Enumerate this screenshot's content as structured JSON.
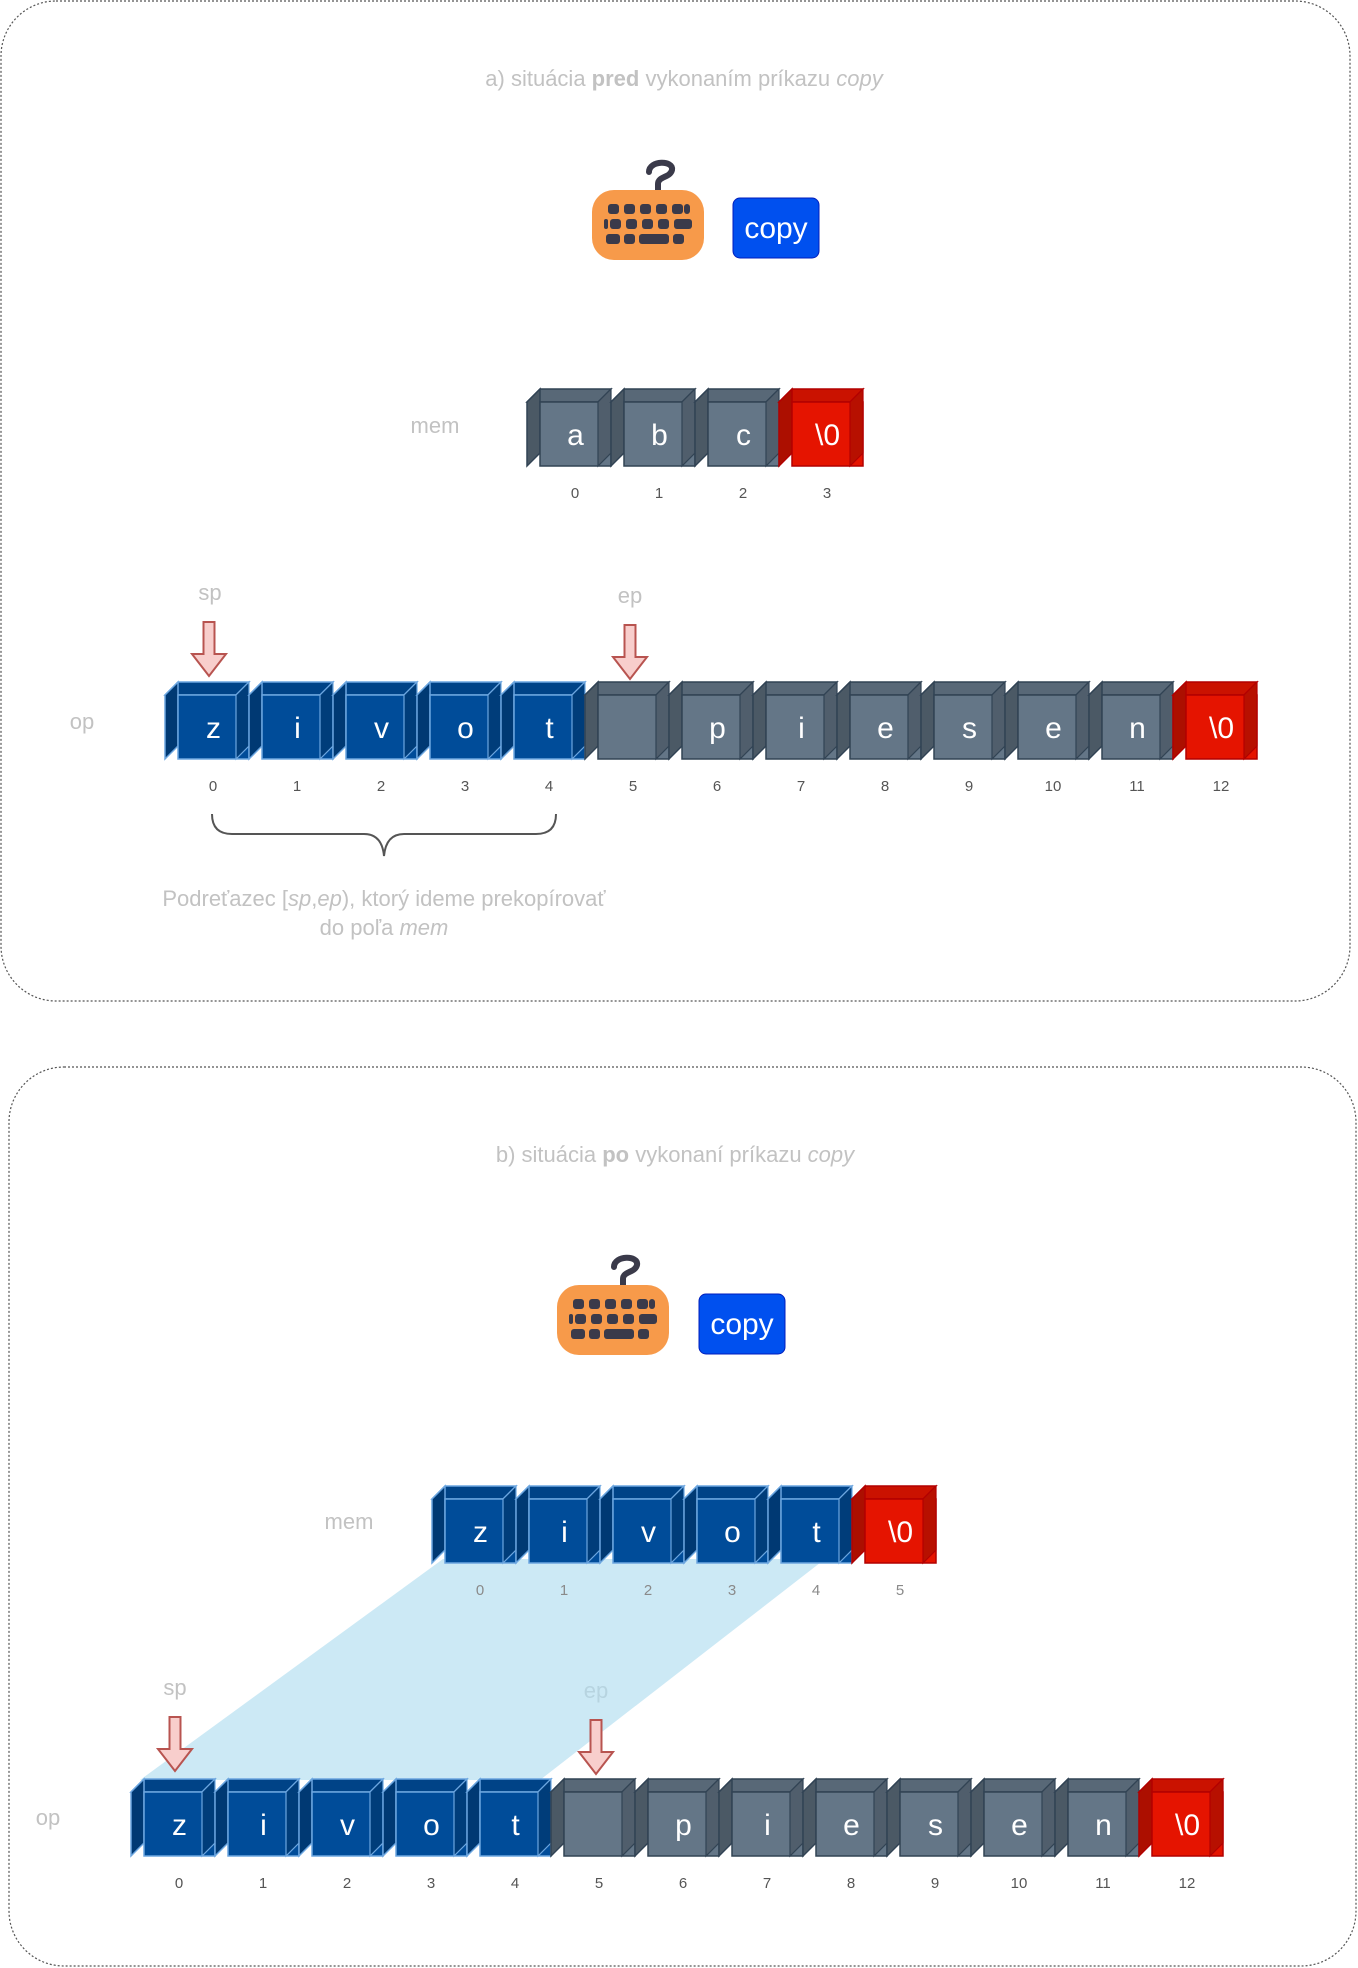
{
  "panels": {
    "a": {
      "title_prefix": "a) situácia ",
      "title_bold": "pred",
      "title_mid": " vykonaním príkazu ",
      "title_italic": "copy",
      "button_label": "copy",
      "mem_label": "mem",
      "op_label": "op",
      "sp_label": "sp",
      "ep_label": "ep",
      "mem_cells": [
        "a",
        "b",
        "c",
        "\\0"
      ],
      "mem_indices": [
        "0",
        "1",
        "2",
        "3"
      ],
      "op_cells": [
        "z",
        "i",
        "v",
        "o",
        "t",
        "",
        "p",
        "i",
        "e",
        "s",
        "e",
        "n",
        "\\0"
      ],
      "op_indices": [
        "0",
        "1",
        "2",
        "3",
        "4",
        "5",
        "6",
        "7",
        "8",
        "9",
        "10",
        "11",
        "12"
      ],
      "note_line1_pre": "Podreťazec [",
      "note_line1_sp": "sp",
      "note_line1_comma": ",",
      "note_line1_ep": "ep",
      "note_line1_post": "), ktorý ideme prekopírovať",
      "note_line2_pre": "do poľa ",
      "note_line2_mem": "mem"
    },
    "b": {
      "title_prefix": "b) situácia ",
      "title_bold": "po",
      "title_mid": " vykonaní príkazu ",
      "title_italic": "copy",
      "button_label": "copy",
      "mem_label": "mem",
      "op_label": "op",
      "sp_label": "sp",
      "ep_label": "ep",
      "mem_cells": [
        "z",
        "i",
        "v",
        "o",
        "t",
        "\\0"
      ],
      "mem_indices": [
        "0",
        "1",
        "2",
        "3",
        "4",
        "5"
      ],
      "op_cells": [
        "z",
        "i",
        "v",
        "o",
        "t",
        "",
        "p",
        "i",
        "e",
        "s",
        "e",
        "n",
        "\\0"
      ],
      "op_indices": [
        "0",
        "1",
        "2",
        "3",
        "4",
        "5",
        "6",
        "7",
        "8",
        "9",
        "10",
        "11",
        "12"
      ]
    }
  },
  "colors": {
    "blue_cell": "#004C99",
    "gray_cell": "#647687",
    "red_cell": "#E51400",
    "copy_button": "#0050EF",
    "keyboard": "#F79A4A",
    "keyboard_keys": "#3A3A4A",
    "arrow_fill": "#F8CECC",
    "arrow_stroke": "#B85450",
    "projection": "#B1DDF0"
  },
  "icons": [
    "keyboard-icon",
    "down-arrow-icon",
    "curly-brace-icon"
  ]
}
